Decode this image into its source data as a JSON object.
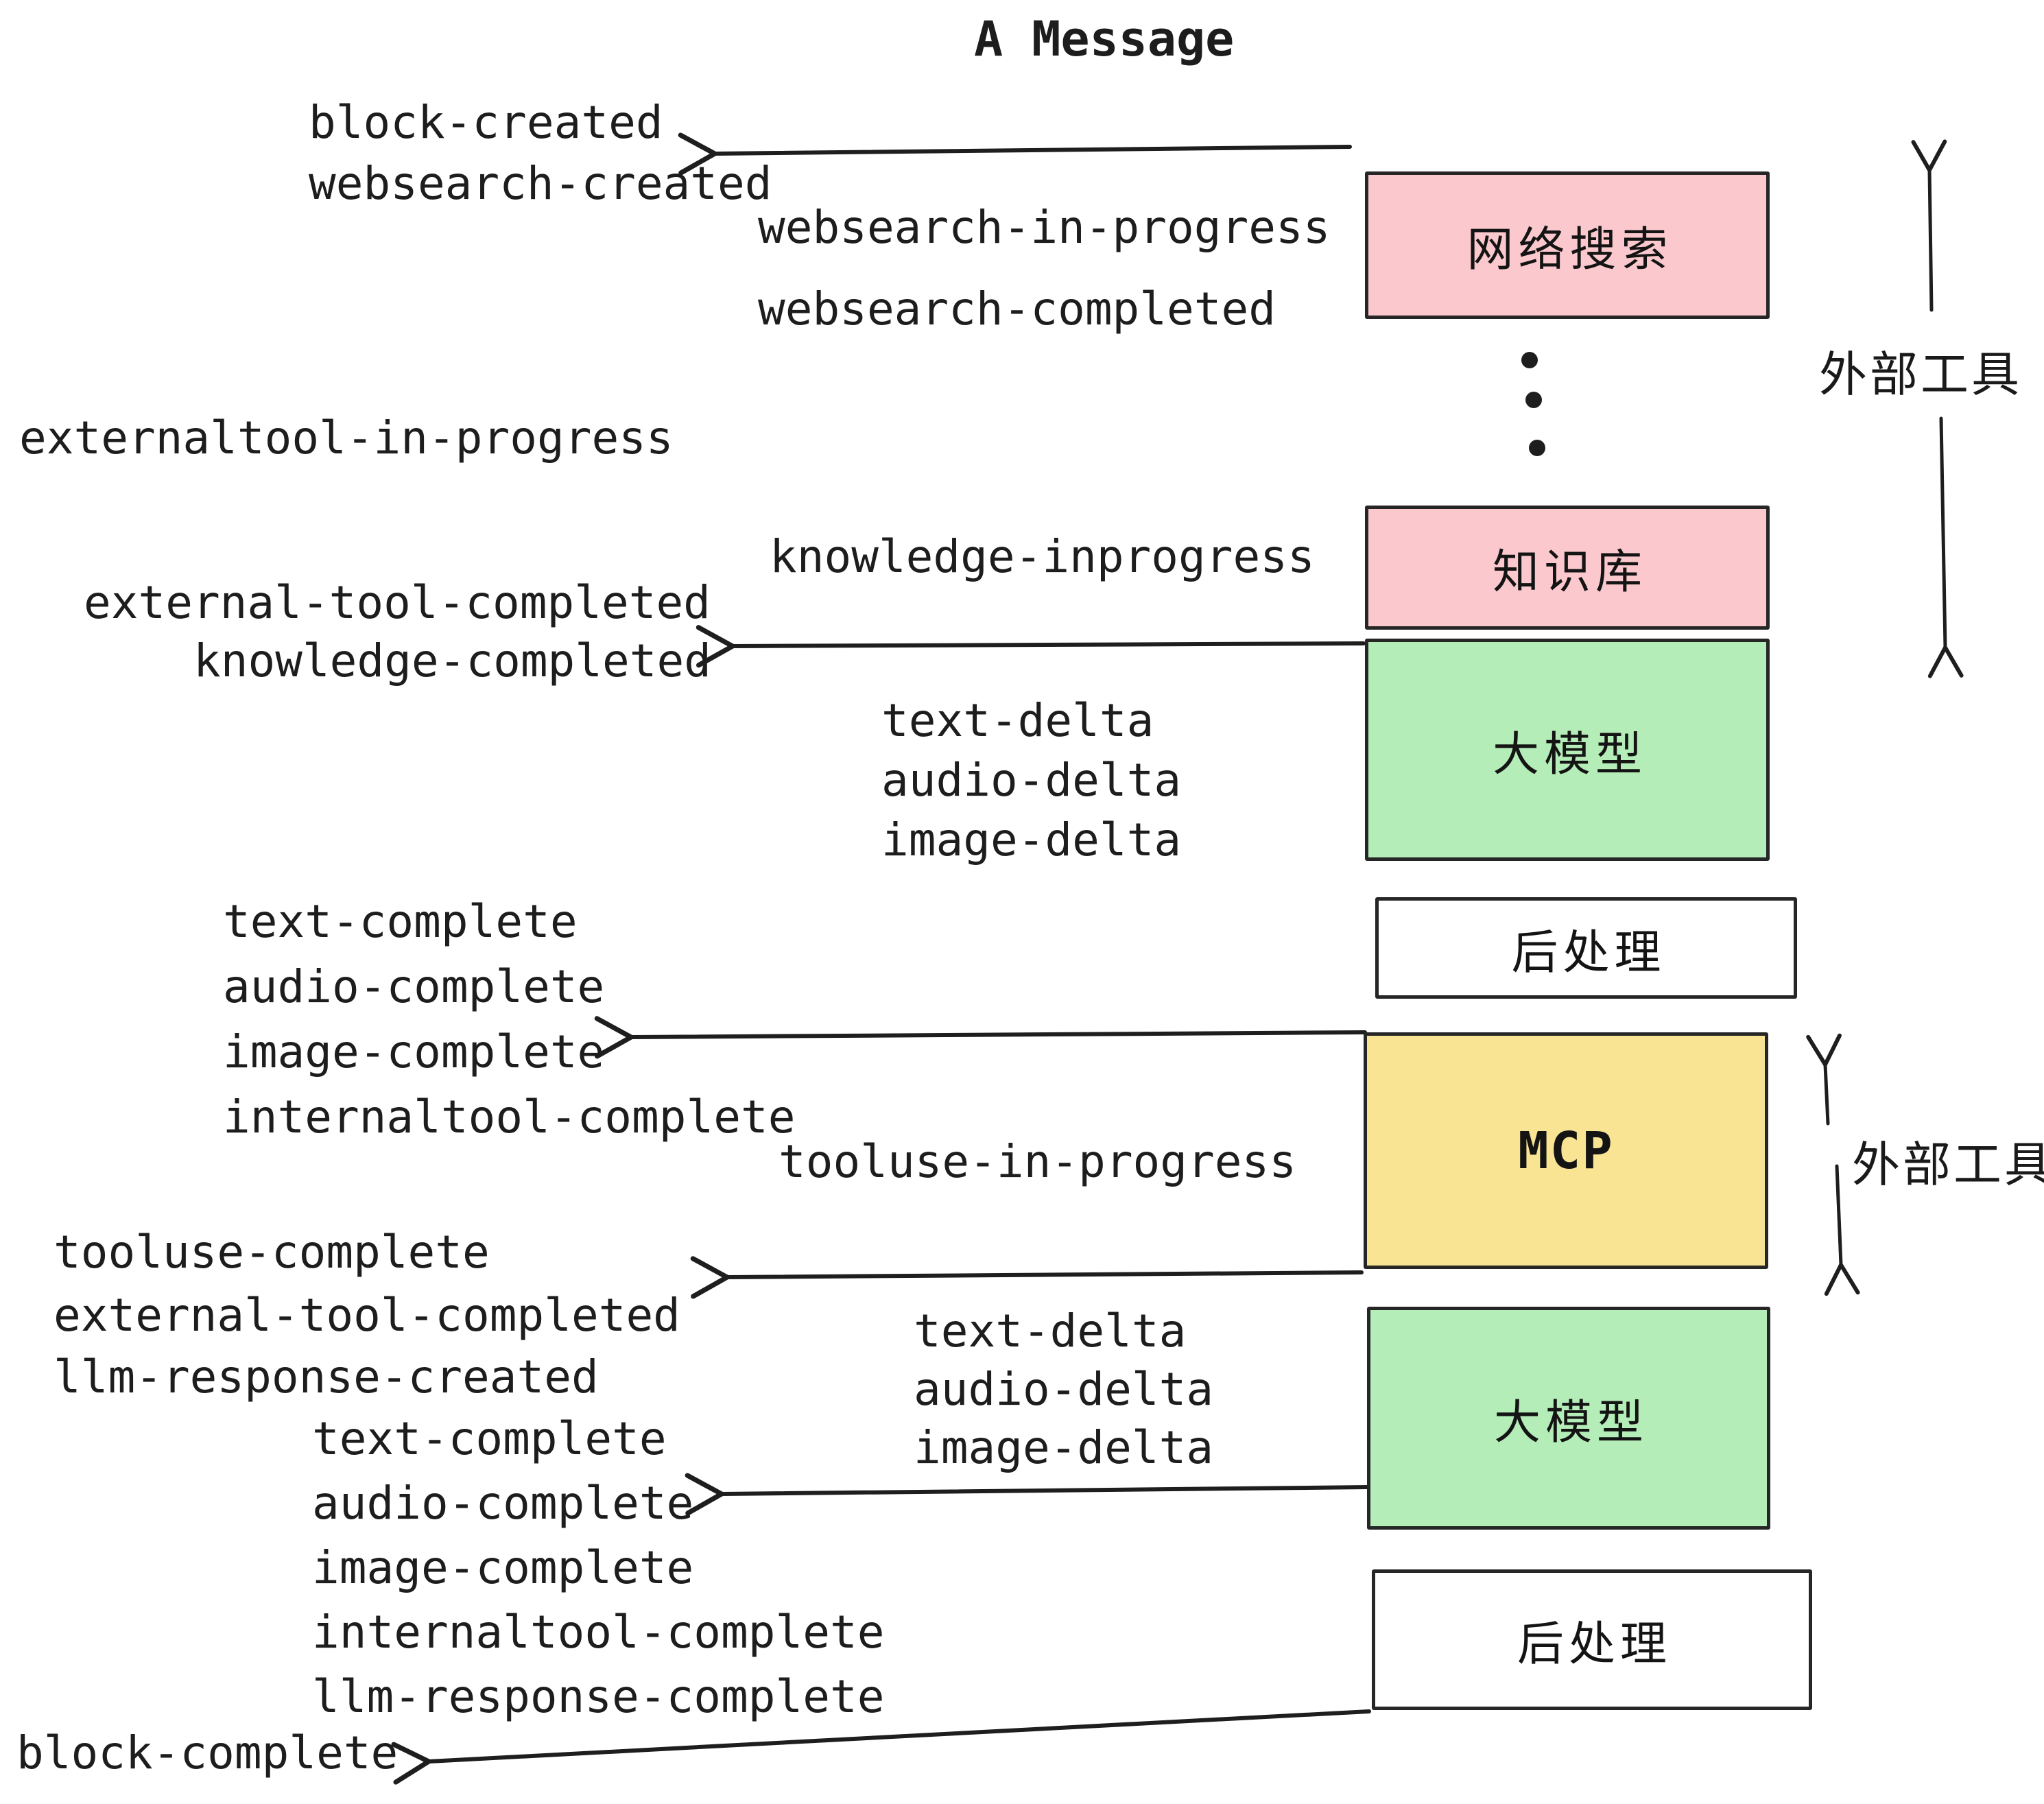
{
  "title": "A Message",
  "colors": {
    "box_pink": "#fbc9cd",
    "box_green": "#b5edb9",
    "box_yellow": "#f8e493",
    "box_white": "#ffffff",
    "ink": "#1e1e1e"
  },
  "flow_boxes": {
    "websearch": "网络搜索",
    "knowledge": "知识库",
    "llm_top": "大模型",
    "postprocess_top": "后处理",
    "mcp": "MCP",
    "llm_bottom": "大模型",
    "postprocess_bottom": "后处理"
  },
  "side_annotations": {
    "external_tools_top": "外部工具",
    "external_tools_bottom": "外部工具"
  },
  "events": {
    "block_created": "block-created",
    "websearch_created": "websearch-created",
    "websearch_in_progress": "websearch-in-progress",
    "websearch_completed": "websearch-completed",
    "externaltool_in_progress": "externaltool-in-progress",
    "external_tool_completed_top": "external-tool-completed",
    "knowledge_completed": "knowledge-completed",
    "knowledge_inprogress": "knowledge-inprogress",
    "text_delta_top": "text-delta",
    "audio_delta_top": "audio-delta",
    "image_delta_top": "image-delta",
    "text_complete_mid": "text-complete",
    "audio_complete_mid": "audio-complete",
    "image_complete_mid": "image-complete",
    "internaltool_complete_mid": "internaltool-complete",
    "tooluse_in_progress": "tooluse-in-progress",
    "tooluse_complete": "tooluse-complete",
    "external_tool_completed_bottom": "external-tool-completed",
    "llm_response_created": "llm-response-created",
    "text_complete_bottom": "text-complete",
    "audio_complete_bottom": "audio-complete",
    "image_complete_bottom": "image-complete",
    "internaltool_complete_bottom": "internaltool-complete",
    "llm_response_complete": "llm-response-complete",
    "text_delta_bottom": "text-delta",
    "audio_delta_bottom": "audio-delta",
    "image_delta_bottom": "image-delta",
    "block_complete": "block-complete"
  }
}
